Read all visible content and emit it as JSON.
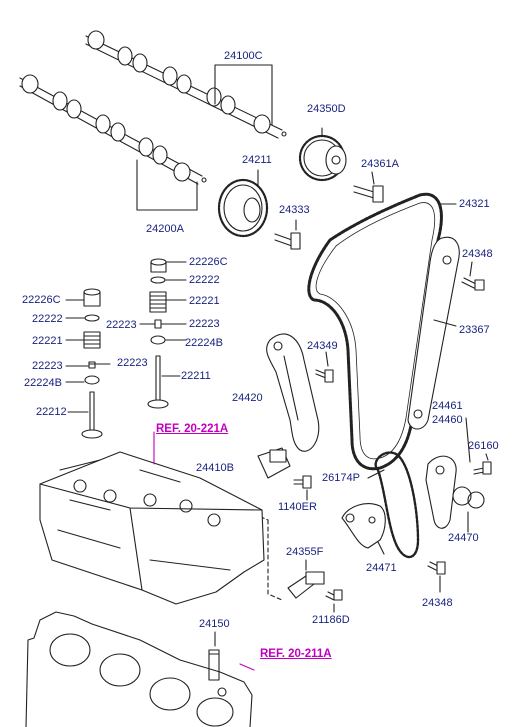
{
  "colors": {
    "label": "#1a237e",
    "reference": "#c000c0",
    "line": "#222222"
  },
  "references": {
    "cylinder_head": "REF. 20-221A",
    "cylinder_block": "REF. 20-211A"
  },
  "labels": {
    "exhaust_camshaft": "24100C",
    "intake_camshaft": "24200A",
    "cvvt_sprocket": "24350D",
    "cvvt_bolt": "24361A",
    "exhaust_sprocket": "24211",
    "sprocket_bolt": "24333",
    "timing_chain": "24321",
    "guide_bolt_upper": "24348",
    "chain_guide": "23367",
    "tensioner_arm_bolt": "24349",
    "tensioner_arm": "24420",
    "tensioner": "24410B",
    "tensioner_bolt": "1140ER",
    "oil_pump_chain": "26174P",
    "oil_pump_tensioner_arm": "24461",
    "oil_pump_tensioner": "24460",
    "oil_pump_bolt": "26160",
    "oil_pump_spring": "24470",
    "oil_pump_guide": "24471",
    "guide_bolt_lower": "24348",
    "ocv": "24355F",
    "ocv_bolt": "21186D",
    "dowel": "24150",
    "valve_cotter_r": "22226C",
    "retainer_r": "22222",
    "spring_r": "22221",
    "seal_r_a": "22223",
    "seal_r_b": "22223",
    "seat_r": "22224B",
    "exhaust_valve": "22211",
    "tappet_l": "22226C",
    "retainer_l": "22222",
    "spring_l": "22221",
    "seal_l_a": "22223",
    "seal_l_b": "22223",
    "seat_l": "22224B",
    "intake_valve": "22212"
  }
}
